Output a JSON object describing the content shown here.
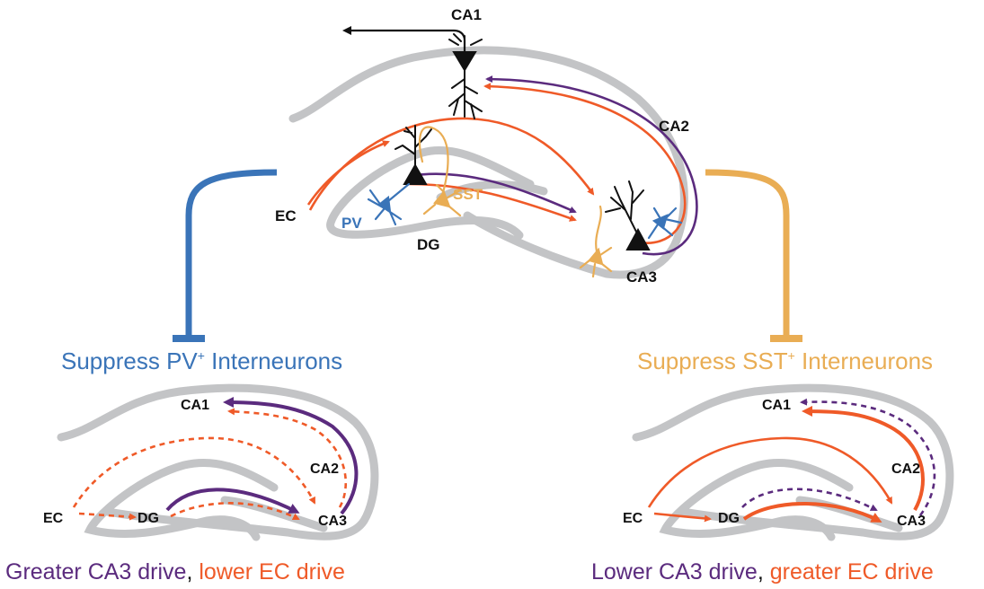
{
  "colors": {
    "tissue": "#c3c4c6",
    "ec_path": "#ef5a28",
    "ca3_path": "#5b2b7e",
    "pv": "#3a74b8",
    "sst": "#e9ad54",
    "neuron": "#111111"
  },
  "top_panel": {
    "region_labels": {
      "ca1": "CA1",
      "ca2": "CA2",
      "ca3": "CA3",
      "dg": "DG",
      "ec": "EC"
    },
    "cell_labels": {
      "pv": "PV",
      "sst": "SST"
    }
  },
  "left_panel": {
    "heading_main": "Suppress PV",
    "heading_sup": "+",
    "heading_rest": " Interneurons",
    "labels": {
      "ca1": "CA1",
      "ca2": "CA2",
      "ca3": "CA3",
      "dg": "DG",
      "ec": "EC"
    },
    "caption_part1": "Greater CA3 drive",
    "caption_sep": ", ",
    "caption_part2": "lower EC drive"
  },
  "right_panel": {
    "heading_main": "Suppress SST",
    "heading_sup": "+",
    "heading_rest": " Interneurons",
    "labels": {
      "ca1": "CA1",
      "ca2": "CA2",
      "ca3": "CA3",
      "dg": "DG",
      "ec": "EC"
    },
    "caption_part1": "Lower CA3 drive",
    "caption_sep": ", ",
    "caption_part2": "greater EC drive"
  }
}
